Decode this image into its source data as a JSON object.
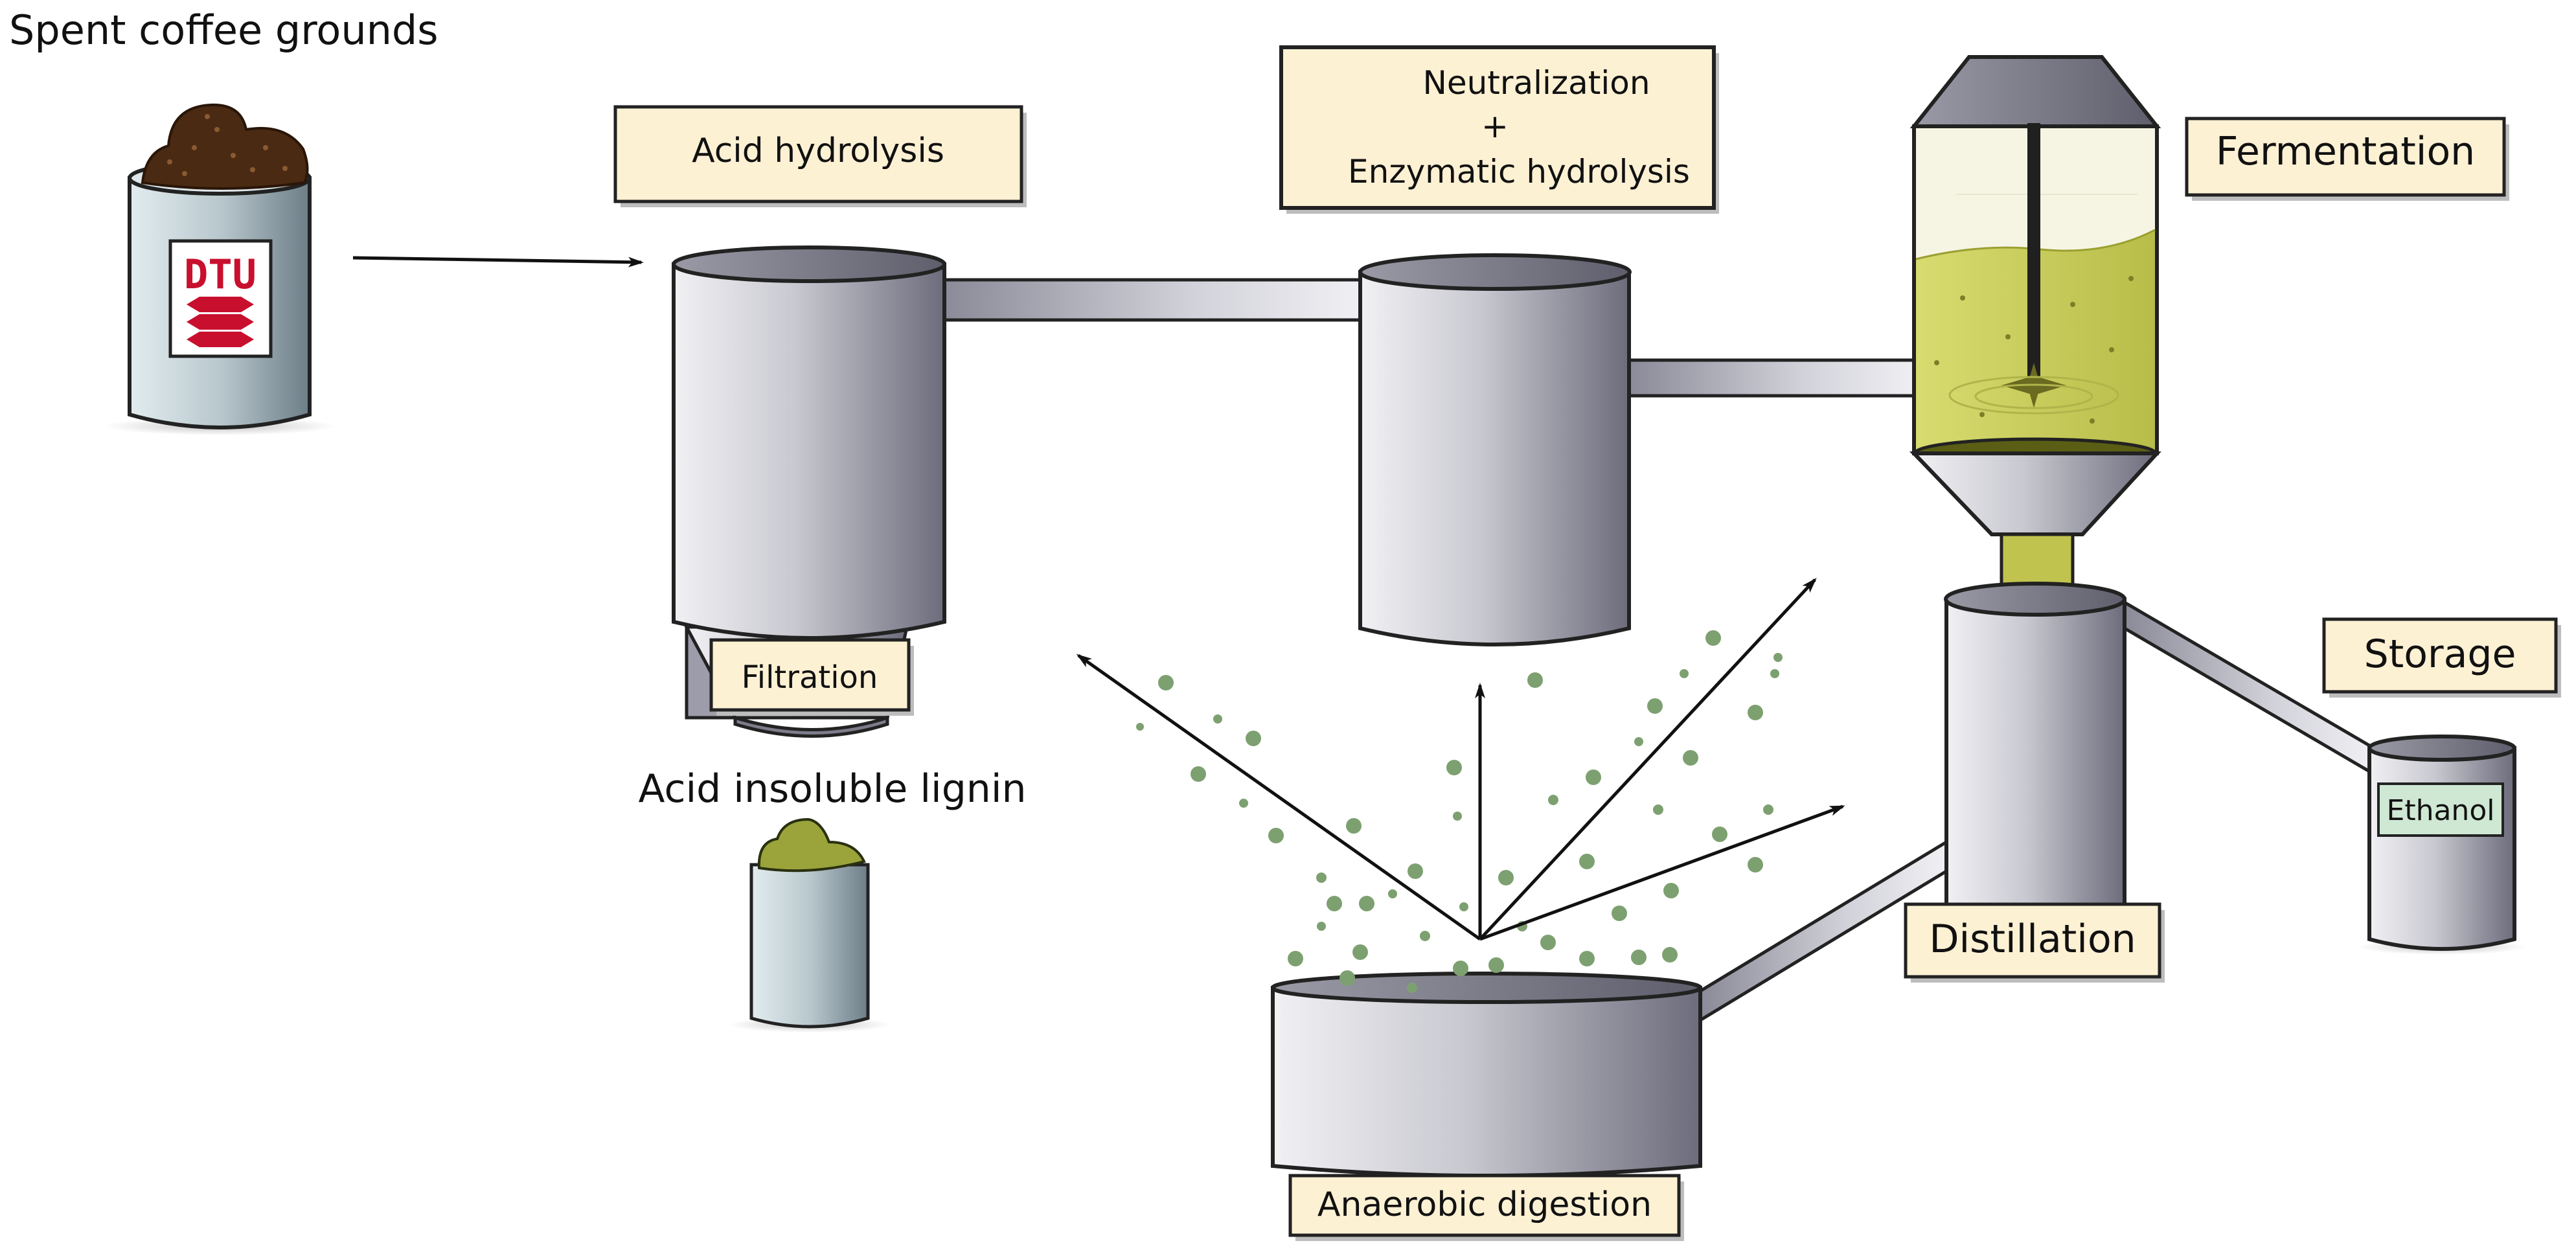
{
  "labels": {
    "spent_coffee_grounds": "Spent coffee grounds",
    "acid_hydrolysis": "Acid hydrolysis",
    "neutralization": "Neutralization",
    "plus": "+",
    "enzymatic_hydrolysis": "Enzymatic hydrolysis",
    "fermentation": "Fermentation",
    "filtration": "Filtration",
    "acid_insoluble_lignin": "Acid insoluble lignin",
    "storage": "Storage",
    "ethanol": "Ethanol",
    "distillation": "Distillation",
    "anaerobic_digestion": "Anaerobic digestion"
  },
  "logo": {
    "text": "DTU",
    "color": "#c8102e"
  },
  "colors": {
    "label_box_fill": "#fdf1d4",
    "broth_green": "#cbcf5c",
    "lignin_green": "#9aa43a",
    "coffee_brown": "#4a2a12",
    "biogas_dots": "#7da070",
    "ethanol_label_fill": "#cfe8d4"
  }
}
